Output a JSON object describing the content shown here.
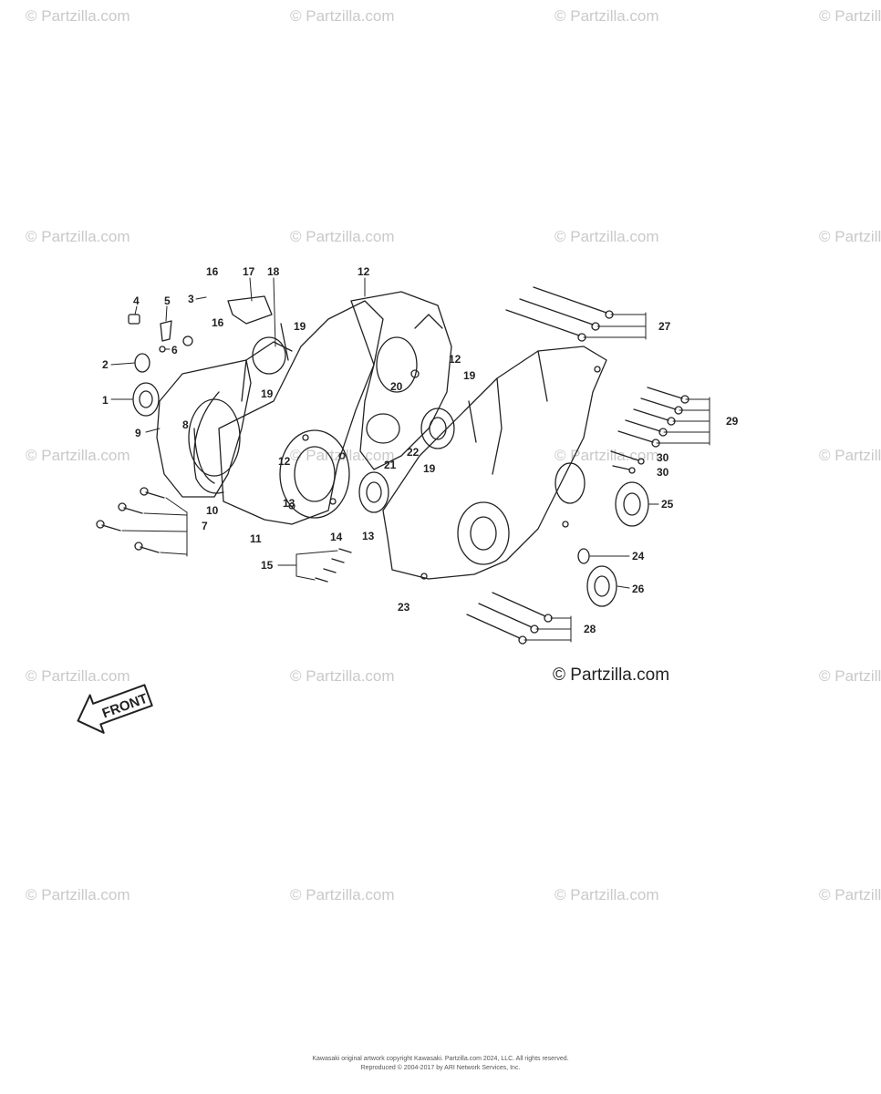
{
  "watermark": {
    "text": "© Partzilla.com"
  },
  "copyright": "© Partzilla.com",
  "footer": {
    "line1": "Kawasaki original artwork copyright Kawasaki. Partzilla.com 2024, LLC. All rights reserved.",
    "line2": "Reproduced © 2004-2017 by ARI Network Services, Inc."
  },
  "front_arrow": {
    "label": "FRONT"
  },
  "callouts": [
    "1",
    "2",
    "3",
    "4",
    "5",
    "6",
    "7",
    "8",
    "9",
    "10",
    "11",
    "12",
    "13",
    "14",
    "15",
    "16",
    "17",
    "18",
    "19",
    "20",
    "21",
    "22",
    "23",
    "24",
    "25",
    "26",
    "27",
    "28",
    "29",
    "30"
  ]
}
